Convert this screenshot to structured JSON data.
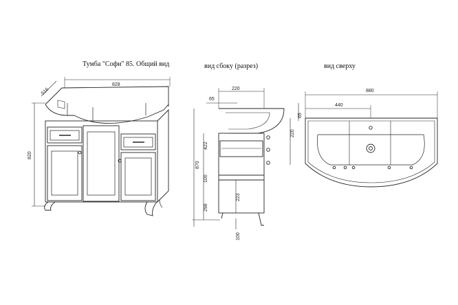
{
  "titles": {
    "general": "Тумба \"Софи\" 85. Общий вид",
    "side": "вид сбоку (разрез)",
    "top": "вид сверху"
  },
  "front": {
    "width": "828",
    "depth": "516",
    "height": "820"
  },
  "side": {
    "depth": "220",
    "offset": "65",
    "height": "870",
    "upper": "422",
    "gap": "100",
    "lower": "298",
    "inner": "223",
    "foot": "100"
  },
  "top": {
    "width": "880",
    "half": "440",
    "depth": "220",
    "offset": "65"
  }
}
